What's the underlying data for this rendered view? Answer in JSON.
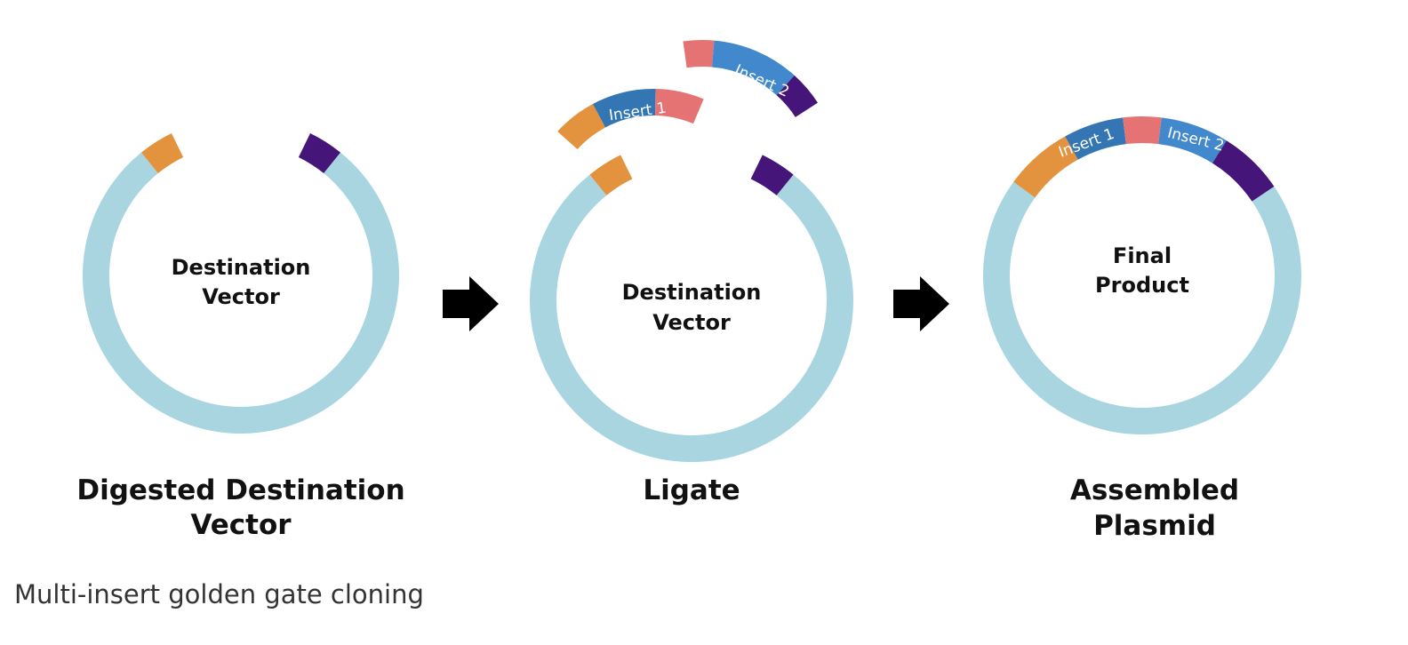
{
  "panels": [
    {
      "circle_label_lines": [
        "Destination",
        "Vector"
      ],
      "caption_lines": [
        "Digested Destination",
        "Vector"
      ]
    },
    {
      "circle_label_lines": [
        "Destination",
        "Vector"
      ],
      "caption_lines": [
        "Ligate"
      ]
    },
    {
      "circle_label_lines": [
        "Final",
        "Product"
      ],
      "caption_lines": [
        "Assembled",
        "Plasmid"
      ]
    }
  ],
  "inserts": {
    "insert1": "Insert 1",
    "insert2": "Insert 2"
  },
  "figure_caption": "Multi-insert golden gate cloning",
  "colors": {
    "vector": "#A8D5DF",
    "orange_overhang": "#E3923E",
    "purple_overhang": "#45157A",
    "pink_overhang": "#E57373",
    "insert1": "#3476B4",
    "insert2": "#4189CC",
    "arrow": "#000000"
  }
}
